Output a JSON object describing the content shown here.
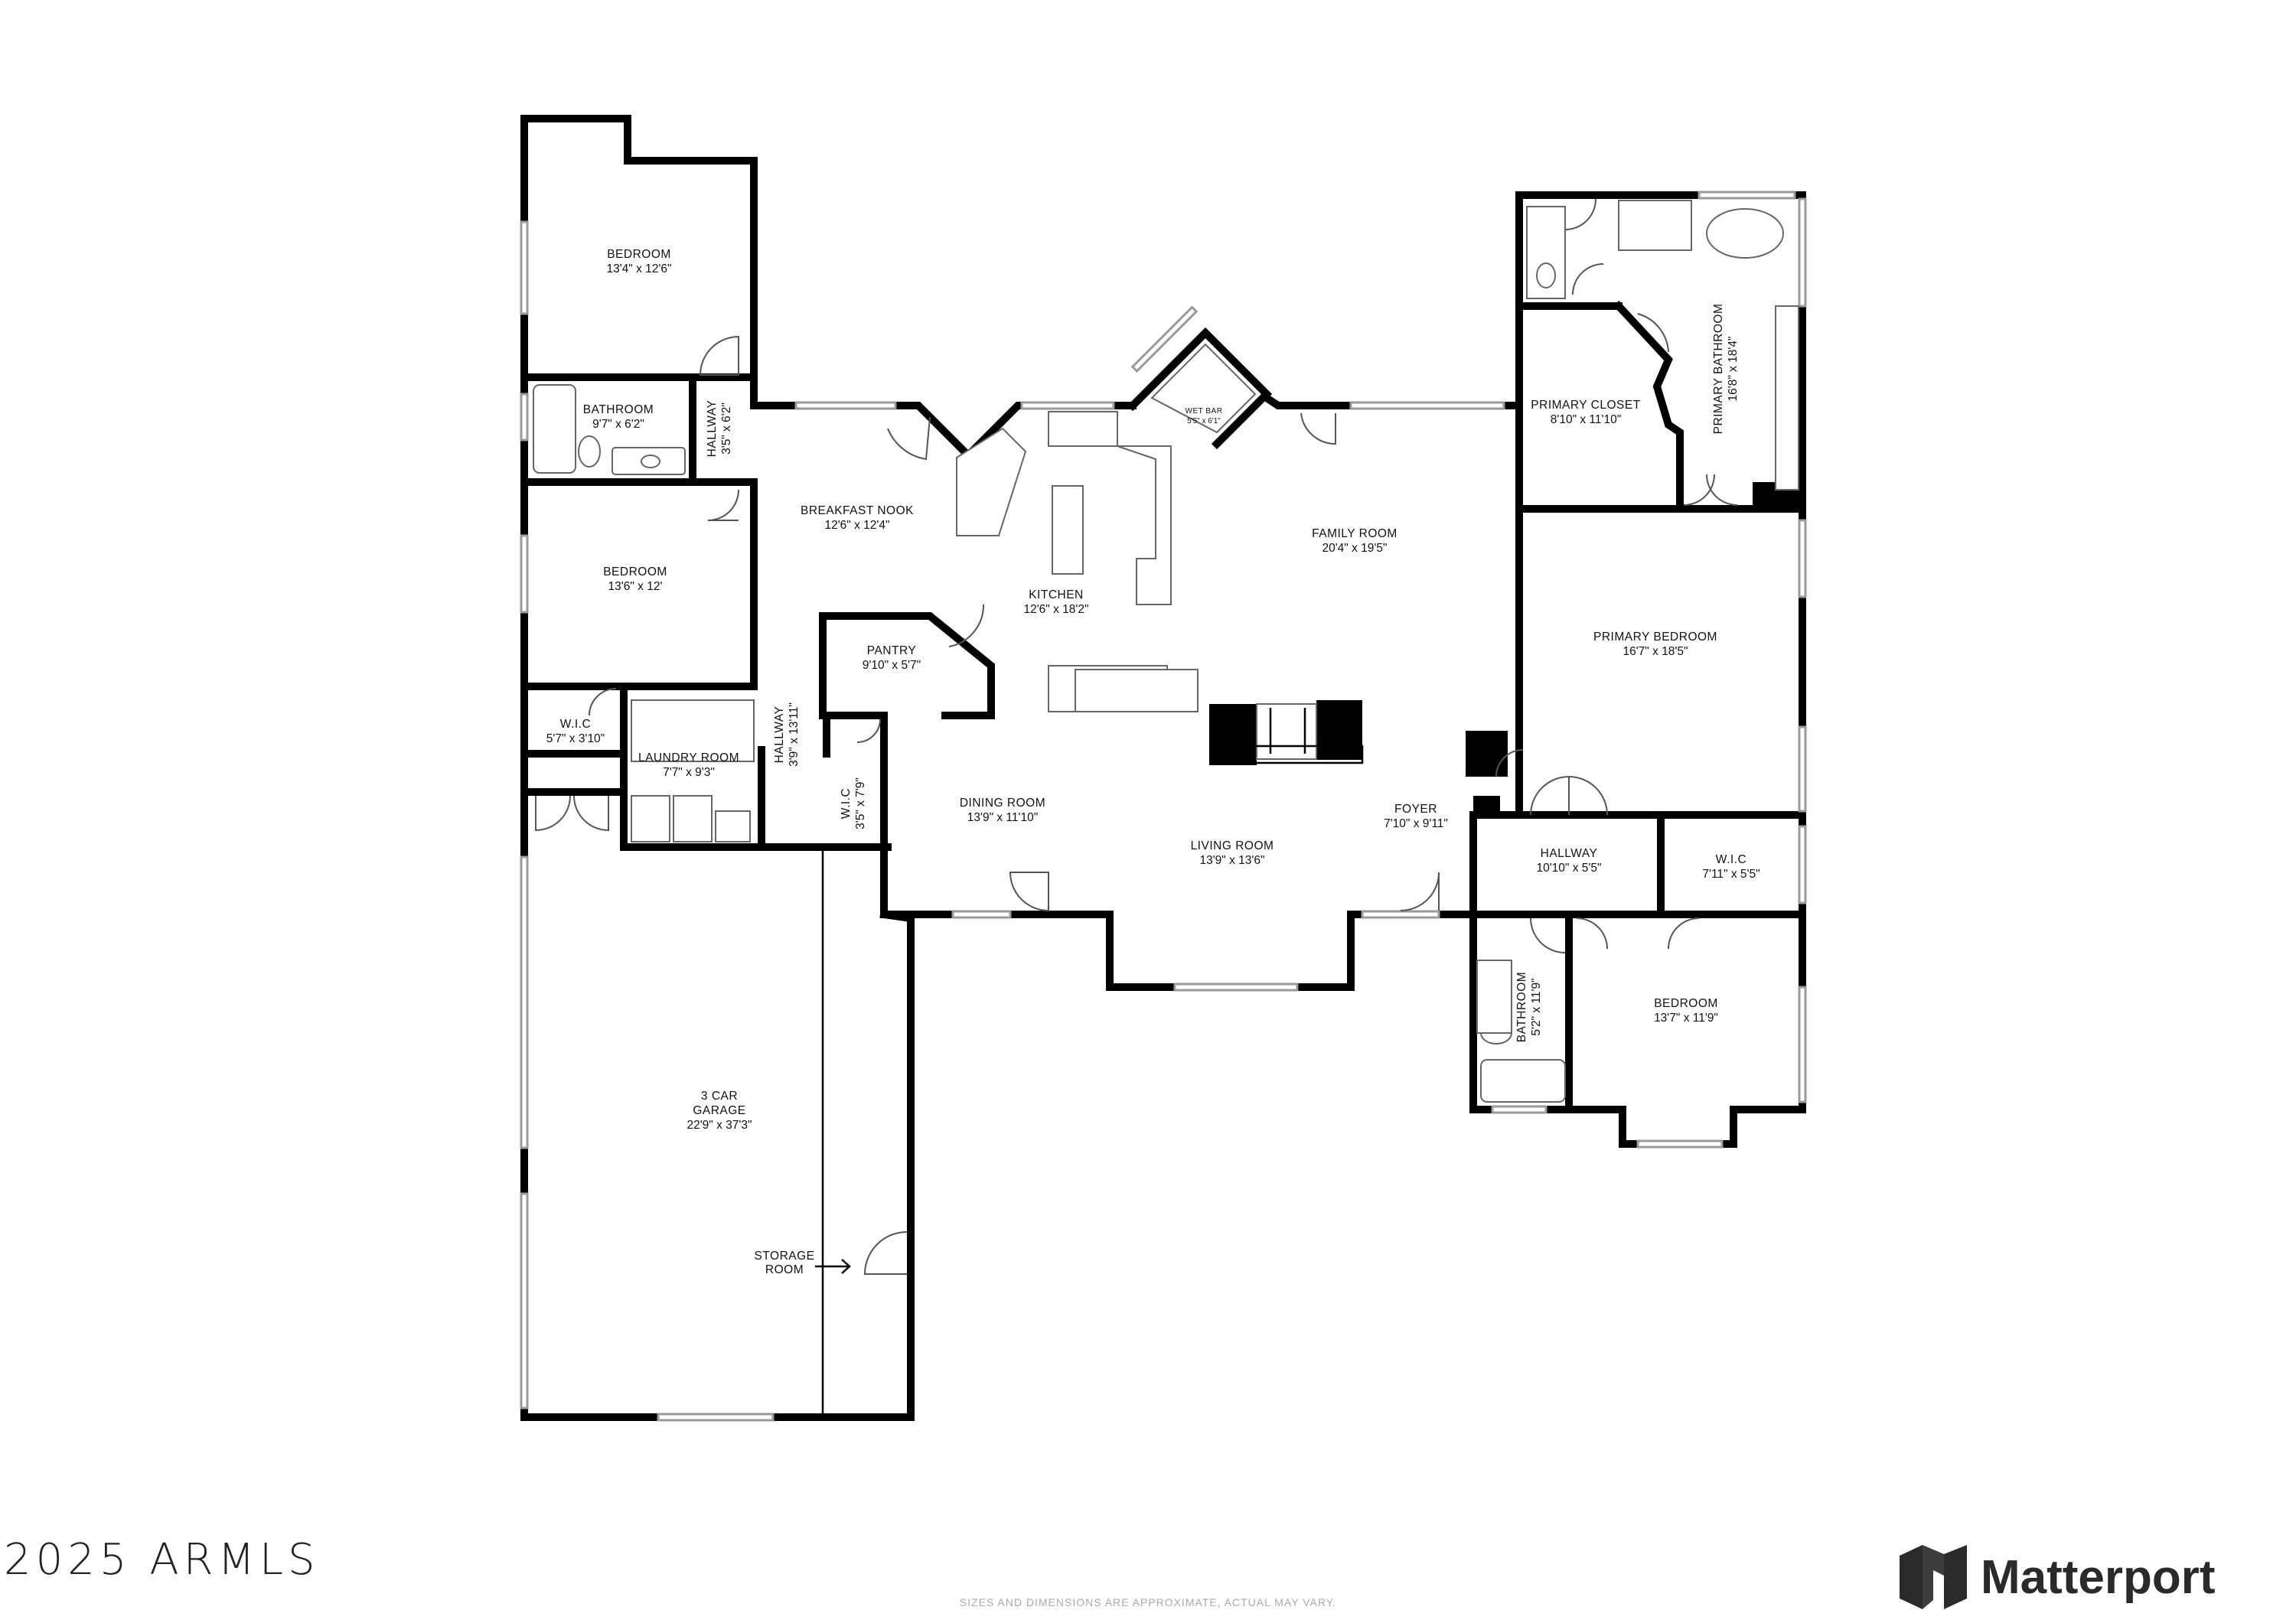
{
  "rooms": [
    {
      "id": "bedroom-1",
      "name": "BEDROOM",
      "dim": "13'4\" x 12'6\""
    },
    {
      "id": "bathroom-1",
      "name": "BATHROOM",
      "dim": "9'7\" x 6'2\""
    },
    {
      "id": "hallway-1",
      "name": "HALLWAY",
      "dim": "3'5\" x 6'2\""
    },
    {
      "id": "bedroom-2",
      "name": "BEDROOM",
      "dim": "13'6\" x 12'"
    },
    {
      "id": "wic-1",
      "name": "W.I.C",
      "dim": "5'7\" x 3'10\""
    },
    {
      "id": "laundry",
      "name": "LAUNDRY ROOM",
      "dim": "7'7\" x 9'3\""
    },
    {
      "id": "hallway-2",
      "name": "HALLWAY",
      "dim": "3'9\" x 13'11\""
    },
    {
      "id": "wic-2",
      "name": "W.I.C",
      "dim": "3'5\" x 7'9\""
    },
    {
      "id": "breakfast",
      "name": "BREAKFAST NOOK",
      "dim": "12'6\" x 12'4\""
    },
    {
      "id": "kitchen",
      "name": "KITCHEN",
      "dim": "12'6\" x 18'2\""
    },
    {
      "id": "pantry",
      "name": "PANTRY",
      "dim": "9'10\" x 5'7\""
    },
    {
      "id": "wetbar",
      "name": "WET BAR",
      "dim": "5'5\" x 6'1\""
    },
    {
      "id": "family",
      "name": "FAMILY ROOM",
      "dim": "20'4\" x 19'5\""
    },
    {
      "id": "dining",
      "name": "DINING ROOM",
      "dim": "13'9\" x 11'10\""
    },
    {
      "id": "living",
      "name": "LIVING ROOM",
      "dim": "13'9\" x 13'6\""
    },
    {
      "id": "foyer",
      "name": "FOYER",
      "dim": "7'10\" x 9'11\""
    },
    {
      "id": "primary-closet",
      "name": "PRIMARY CLOSET",
      "dim": "8'10\" x 11'10\""
    },
    {
      "id": "primary-bath",
      "name": "PRIMARY BATHROOM",
      "dim": "16'8\" x 18'4\""
    },
    {
      "id": "primary-bed",
      "name": "PRIMARY BEDROOM",
      "dim": "16'7\" x 18'5\""
    },
    {
      "id": "hallway-3",
      "name": "HALLWAY",
      "dim": "10'10\" x 5'5\""
    },
    {
      "id": "wic-3",
      "name": "W.I.C",
      "dim": "7'11\" x 5'5\""
    },
    {
      "id": "bathroom-2",
      "name": "BATHROOM",
      "dim": "5'2\" x 11'9\""
    },
    {
      "id": "bedroom-3",
      "name": "BEDROOM",
      "dim": "13'7\" x 11'9\""
    }
  ],
  "garage": {
    "line1": "3 CAR",
    "line2": "GARAGE",
    "dim": "22'9\" x 37'3\""
  },
  "storage": {
    "line1": "STORAGE",
    "line2": "ROOM"
  },
  "copyright": "2025 ARMLS",
  "disclaimer": "SIZES AND DIMENSIONS ARE APPROXIMATE, ACTUAL MAY VARY.",
  "brand": {
    "name": "Matterport",
    "logo_icon": "matterport-logo-icon",
    "logo_color": "#2a2a2a"
  }
}
